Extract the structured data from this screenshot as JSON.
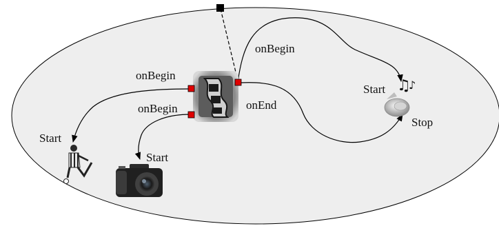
{
  "diagram": {
    "labels": {
      "onbegin_top": "onBegin",
      "onbegin_left_upper": "onBegin",
      "onbegin_left_lower": "onBegin",
      "onend": "onEnd",
      "start_audio": "Start",
      "stop_audio": "Stop",
      "start_player": "Start",
      "start_camera": "Start"
    },
    "nodes": {
      "film": "film-strip-icon",
      "audio": "speaker-music-icon",
      "player": "soccer-player-icon",
      "camera": "camera-icon"
    },
    "colors": {
      "port": "#e00000",
      "anchor": "#000000",
      "ellipse_fill": "#eeeeee",
      "stroke": "#000000"
    }
  }
}
